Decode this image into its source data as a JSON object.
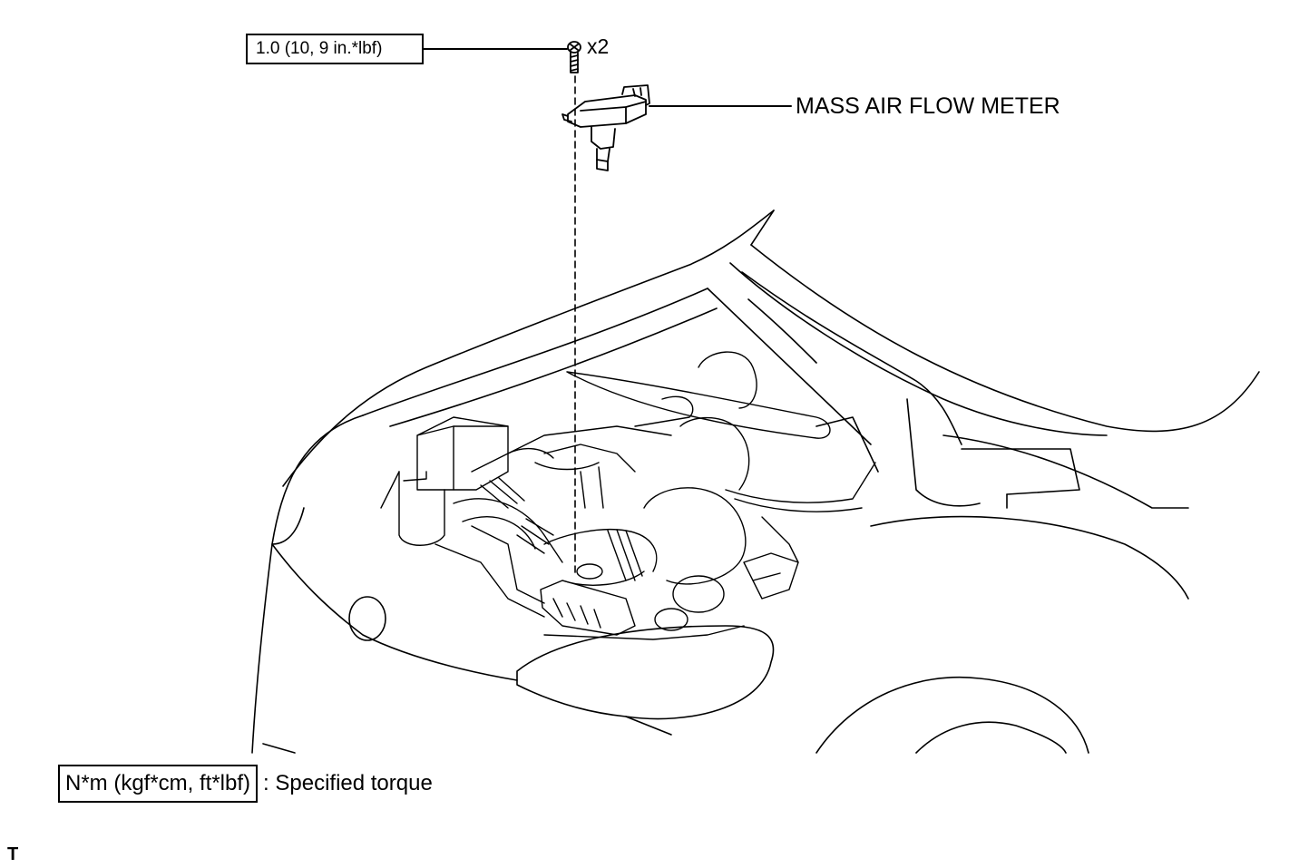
{
  "callouts": {
    "torque_spec": "1.0 (10, 9 in.*lbf)",
    "quantity": "x2",
    "part_name": "MASS AIR FLOW METER"
  },
  "legend": {
    "symbol_text": "N*m (kgf*cm, ft*lbf)",
    "description": ": Specified torque"
  },
  "corner_mark": "T"
}
